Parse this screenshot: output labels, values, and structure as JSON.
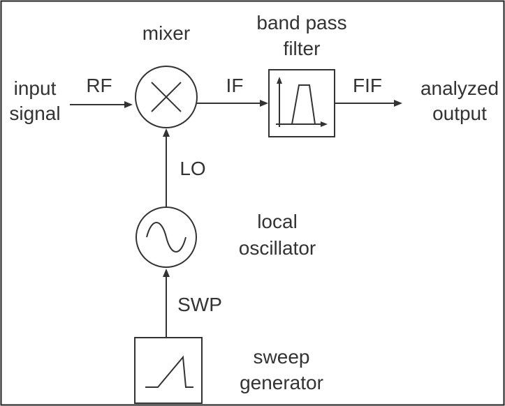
{
  "labels": {
    "input_line1": "input",
    "input_line2": "signal",
    "rf": "RF",
    "mixer": "mixer",
    "if": "IF",
    "bpf_line1": "band pass",
    "bpf_line2": "filter",
    "fif": "FIF",
    "output_line1": "analyzed",
    "output_line2": "output",
    "lo": "LO",
    "osc_line1": "local",
    "osc_line2": "oscillator",
    "swp": "SWP",
    "sweep_line1": "sweep",
    "sweep_line2": "generator"
  },
  "icons": {
    "mixer": "cross-in-circle",
    "oscillator": "sine-in-circle",
    "band_pass_filter": "bandpass-response",
    "sweep_generator": "sawtooth-ramp"
  }
}
